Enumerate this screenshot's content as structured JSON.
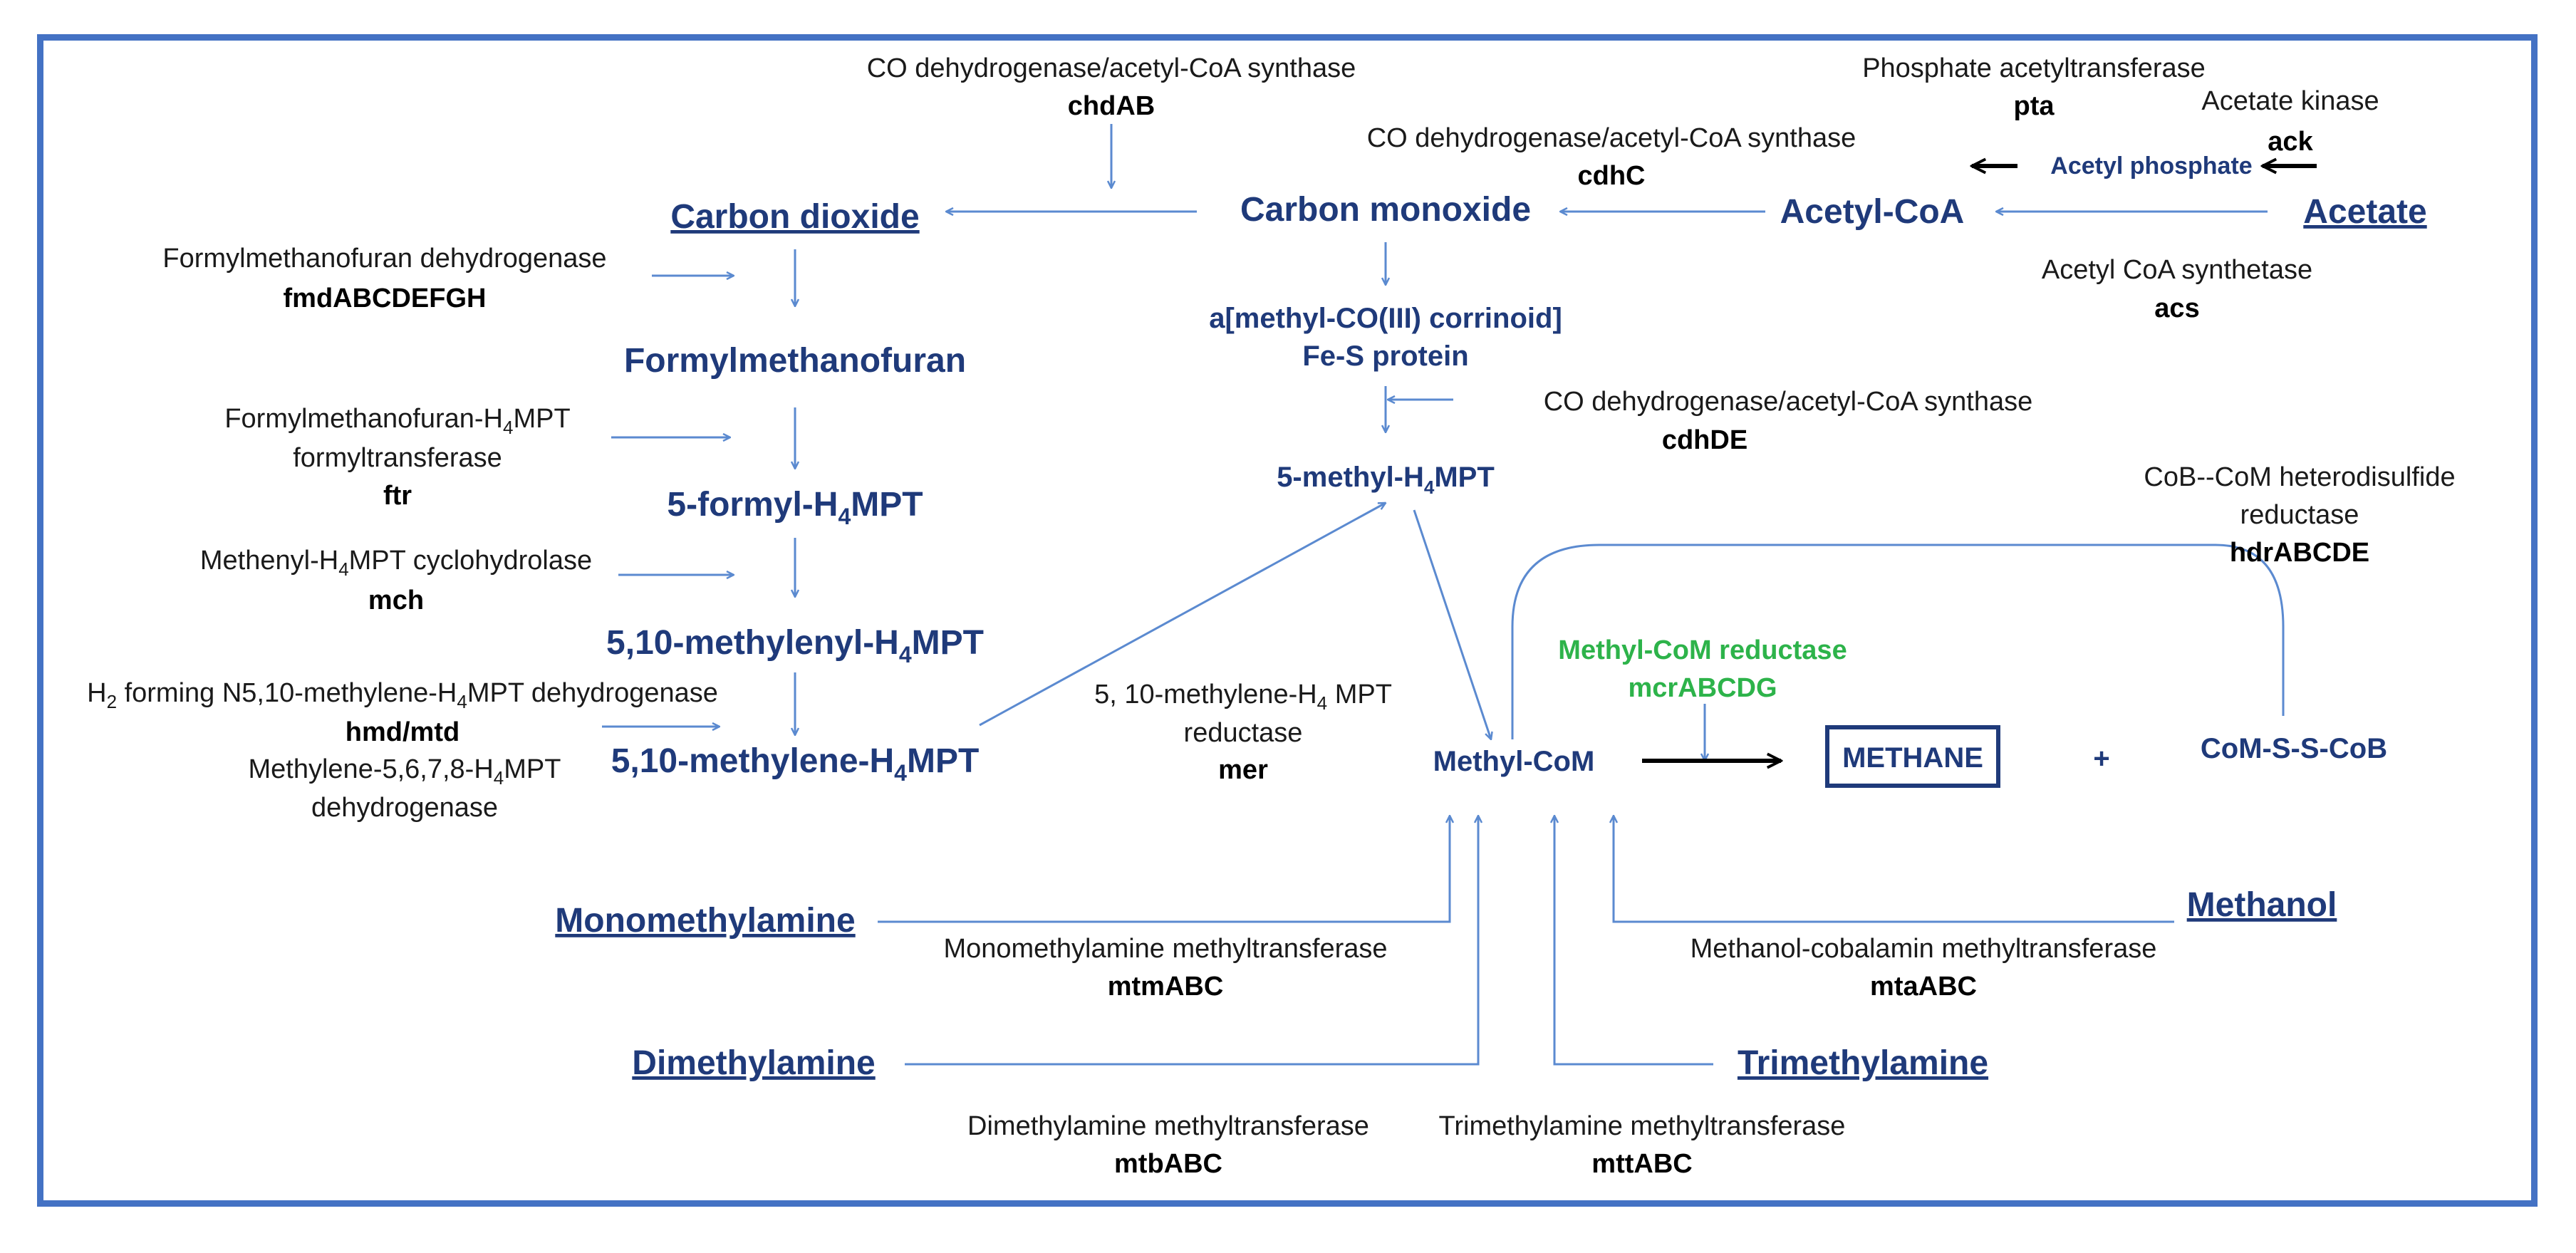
{
  "colors": {
    "frame": "#4472C4",
    "compound": "#1F3A7A",
    "arrow": "#5B8AD0",
    "highlight": "#2DB34A",
    "text": "#1a1a1a"
  },
  "acetate_branch": {
    "chdAB_enzyme": "CO dehydrogenase/acetyl-CoA synthase",
    "chdAB_gene": "chdAB",
    "pta_enzyme": "Phosphate acetyltransferase",
    "pta_gene": "pta",
    "ack_enzyme": "Acetate kinase",
    "ack_gene": "ack",
    "cdhC_enzyme": "CO dehydrogenase/acetyl-CoA synthase",
    "cdhC_gene": "cdhC",
    "acetyl_phosphate": "Acetyl phosphate",
    "carbon_dioxide": "Carbon dioxide",
    "carbon_monoxide": "Carbon monoxide",
    "acetyl_coa": "Acetyl-CoA",
    "acetate": "Acetate",
    "acs_enzyme": "Acetyl CoA synthetase",
    "acs_gene": "acs",
    "corrinoid_line1": "a[methyl-CO(III) corrinoid]",
    "corrinoid_line2": "Fe-S protein",
    "cdhDE_enzyme": "CO dehydrogenase/acetyl-CoA synthase",
    "cdhDE_gene": "cdhDE",
    "methyl_h4mpt_a": "5-methyl-H",
    "methyl_h4mpt_sub": "4",
    "methyl_h4mpt_b": "MPT"
  },
  "co2_branch": {
    "fmd_enzyme": "Formylmethanofuran dehydrogenase",
    "fmd_gene": "fmdABCDEFGH",
    "formylmethanofuran": "Formylmethanofuran",
    "ftr_enzyme_a": "Formylmethanofuran-H",
    "ftr_enzyme_sub": "4",
    "ftr_enzyme_b": "MPT",
    "ftr_enzyme_line2": "formyltransferase",
    "ftr_gene": "ftr",
    "formyl_a": "5-formyl-H",
    "formyl_sub": "4",
    "formyl_b": "MPT",
    "mch_enzyme_a": "Methenyl-H",
    "mch_enzyme_sub": "4",
    "mch_enzyme_b": "MPT cyclohydrolase",
    "mch_gene": "mch",
    "methenyl_a": "5,10-methylenyl-H",
    "methenyl_sub": "4",
    "methenyl_b": "MPT",
    "hmd_enzyme_a": "H",
    "hmd_enzyme_sub": "2",
    "hmd_enzyme_b": " forming N5,10-methylene-H",
    "hmd_enzyme_sub2": "4",
    "hmd_enzyme_c": "MPT dehydrogenase",
    "hmd_gene": "hmd/mtd",
    "mtd_enzyme_a": "Methylene-5,6,7,8-H",
    "mtd_enzyme_sub": "4",
    "mtd_enzyme_b": "MPT",
    "mtd_enzyme_line2": "dehydrogenase",
    "methylene_a": "5,10-methylene-H",
    "methylene_sub": "4",
    "methylene_b": "MPT",
    "mer_enzyme_a": "5, 10-methylene-H",
    "mer_enzyme_sub": "4",
    "mer_enzyme_b": " MPT",
    "mer_enzyme_line2": "reductase",
    "mer_gene": "mer"
  },
  "final_step": {
    "hdr_enzyme_line1": "CoB--CoM heterodisulfide",
    "hdr_enzyme_line2": "reductase",
    "hdr_gene": "hdrABCDE",
    "mcr_enzyme": "Methyl-CoM reductase",
    "mcr_gene": "mcrABCDG",
    "methyl_com": "Methyl-CoM",
    "methane": "METHANE",
    "plus": "+",
    "heterodisulfide": "CoM-S-S-CoB"
  },
  "methyl_branch": {
    "monomethylamine": "Monomethylamine",
    "mtm_enzyme": "Monomethylamine methyltransferase",
    "mtm_gene": "mtmABC",
    "methanol": "Methanol",
    "mta_enzyme": "Methanol-cobalamin methyltransferase",
    "mta_gene": "mtaABC",
    "dimethylamine": "Dimethylamine",
    "mtb_enzyme": "Dimethylamine methyltransferase",
    "mtb_gene": "mtbABC",
    "trimethylamine": "Trimethylamine",
    "mtt_enzyme": "Trimethylamine methyltransferase",
    "mtt_gene": "mttABC"
  }
}
